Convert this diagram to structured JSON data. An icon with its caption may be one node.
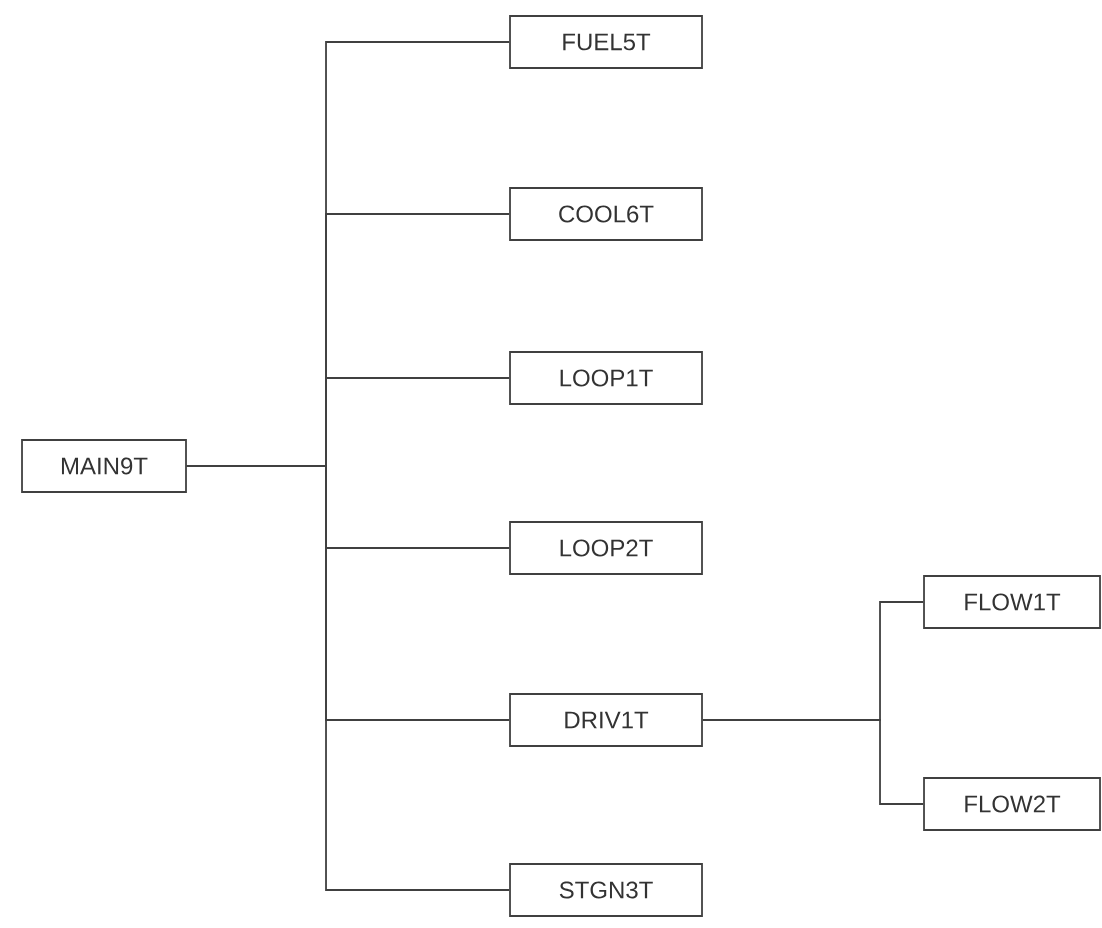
{
  "diagram": {
    "nodes": [
      {
        "text": [
          "MAIN9T"
        ]
      },
      {
        "text": [
          "FUEL5T"
        ]
      },
      {
        "text": [
          "COOL6T"
        ]
      },
      {
        "text": [
          "LOOP1T"
        ]
      },
      {
        "text": [
          "LOOP2T"
        ]
      },
      {
        "text": [
          "DRIV1T"
        ]
      },
      {
        "text": [
          "STGN3T"
        ]
      },
      {
        "text": [
          "FLOW1T"
        ]
      },
      {
        "text": [
          "FLOW2T"
        ]
      }
    ],
    "edges": [
      {
        "from": 0,
        "to": 1,
        "arrow": "none"
      },
      {
        "from": 0,
        "to": 2,
        "arrow": "none"
      },
      {
        "from": 0,
        "to": 3,
        "arrow": "none"
      },
      {
        "from": 0,
        "to": 4,
        "arrow": "none"
      },
      {
        "from": 0,
        "to": 5,
        "arrow": "none"
      },
      {
        "from": 0,
        "to": 6,
        "arrow": "none"
      },
      {
        "from": 5,
        "to": 7,
        "arrow": "none"
      },
      {
        "from": 5,
        "to": 8,
        "arrow": "none"
      }
    ]
  }
}
